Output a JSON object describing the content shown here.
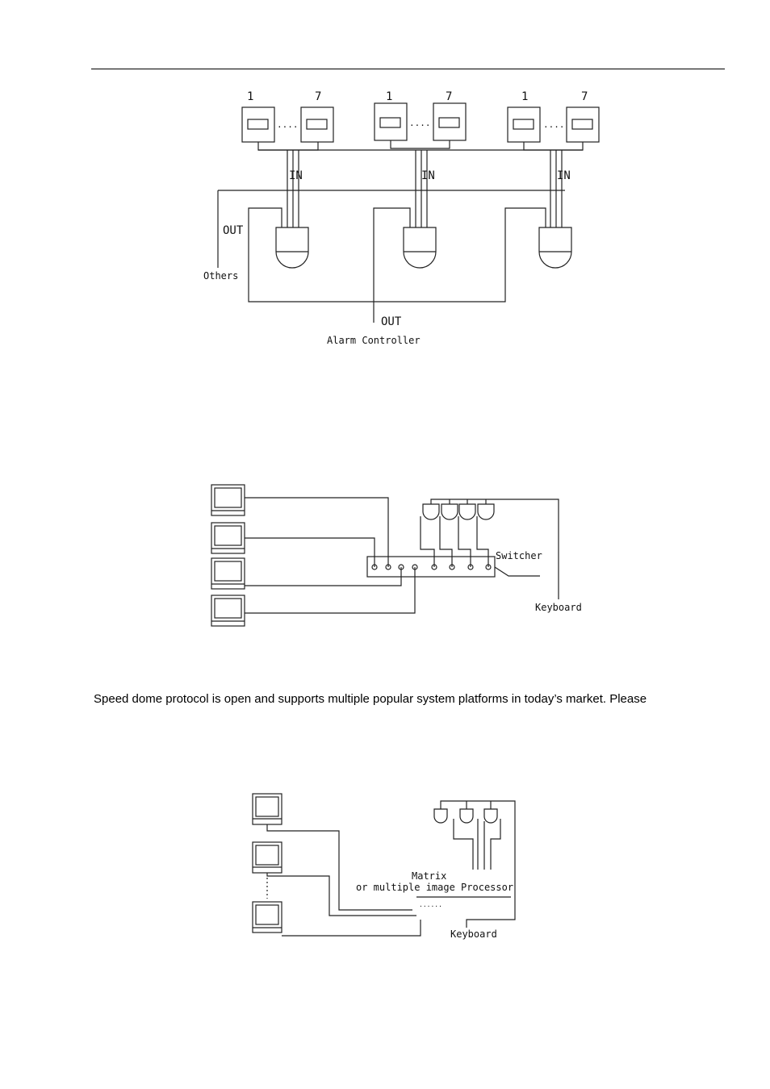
{
  "diagram1": {
    "group_labels": [
      "1",
      "7",
      "1",
      "7",
      "1",
      "7"
    ],
    "ellipsis": "....",
    "in_labels": [
      "IN",
      "IN",
      "IN"
    ],
    "out_left": "OUT",
    "others": "Others",
    "out_bottom": "OUT",
    "alarm_controller": "Alarm Controller"
  },
  "diagram2": {
    "switcher": "Switcher",
    "keyboard": "Keyboard"
  },
  "paragraph": "Speed dome protocol is open and supports multiple popular system platforms in today’s market. Please",
  "diagram3": {
    "matrix_line1": "Matrix",
    "matrix_line2": "or multiple image Processor",
    "dots": "......",
    "keyboard": "Keyboard"
  }
}
